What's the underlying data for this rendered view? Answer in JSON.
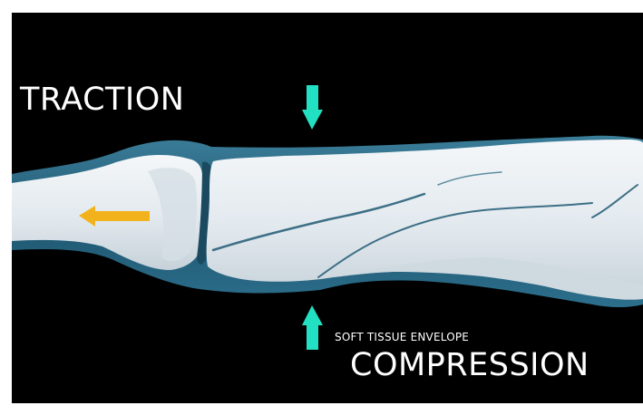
{
  "labels": {
    "traction": "TRACTION",
    "compression": "COMPRESSION",
    "soft_tissue": "SOFT TISSUE ENVELOPE"
  },
  "colors": {
    "background": "#000000",
    "bone": "#e6ecf0",
    "soft_tissue": "#2d6e8a",
    "compression_arrow": "#22e0c2",
    "traction_arrow": "#f2b21c"
  },
  "arrows": {
    "compression_top": "down-arrow",
    "compression_bottom": "up-arrow",
    "traction": "left-arrow"
  }
}
